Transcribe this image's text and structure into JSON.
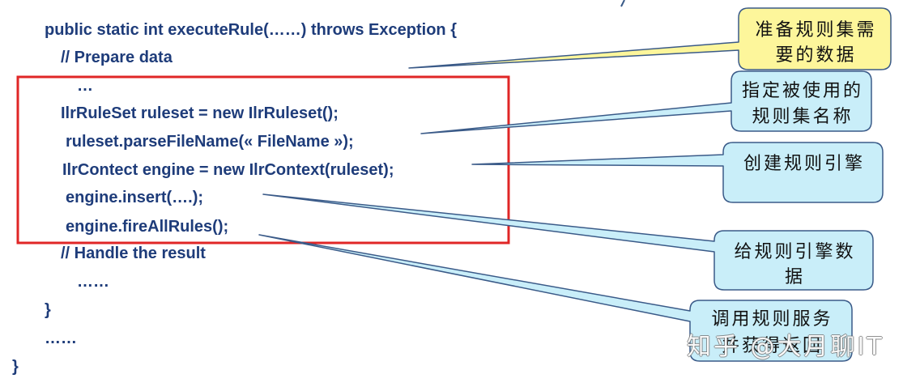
{
  "slide": {
    "code_lines": [
      "public static int executeRule(……) throws Exception {",
      "// Prepare data",
      "…",
      "IlrRuleSet ruleset = new IlrRuleset();",
      "ruleset.parseFileName(« FileName »);",
      "IlrContect engine = new IlrContext(ruleset);",
      "engine.insert(….);",
      "engine.fireAllRules();",
      "// Handle the result",
      "……",
      "}",
      "……",
      "}"
    ],
    "callouts": [
      {
        "lines": [
          "准备规则集需",
          "要的数据"
        ]
      },
      {
        "lines": [
          "指定被使用的",
          "规则集名称"
        ]
      },
      {
        "lines": [
          "创建规则引擎"
        ]
      },
      {
        "lines": [
          "给规则引擎数",
          "据"
        ]
      },
      {
        "lines": [
          "调用规则服务",
          "并获得返回"
        ]
      }
    ],
    "watermark": "知乎 @大月聊IT"
  },
  "colors": {
    "code_text": "#1e3c7a",
    "highlight_frame": "#e02626",
    "callout_border": "#3a5a88",
    "callout_yellow": "#fdf69b",
    "callout_blue": "#c9eef9",
    "callout_text": "#111111"
  }
}
